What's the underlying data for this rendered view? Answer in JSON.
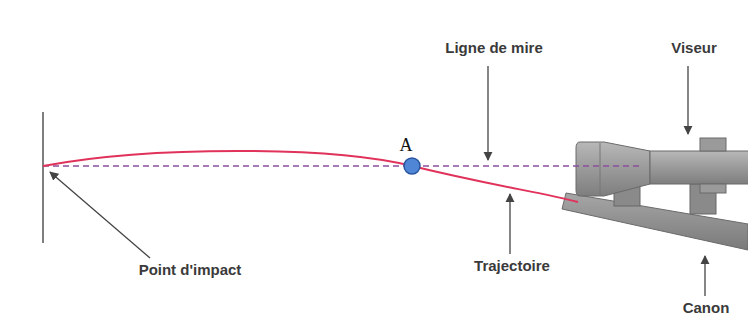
{
  "diagram": {
    "labels": [
      "Ligne de mire",
      "Viseur",
      "A",
      "Point d'impact",
      "Trajectoire",
      "Canon"
    ]
  }
}
